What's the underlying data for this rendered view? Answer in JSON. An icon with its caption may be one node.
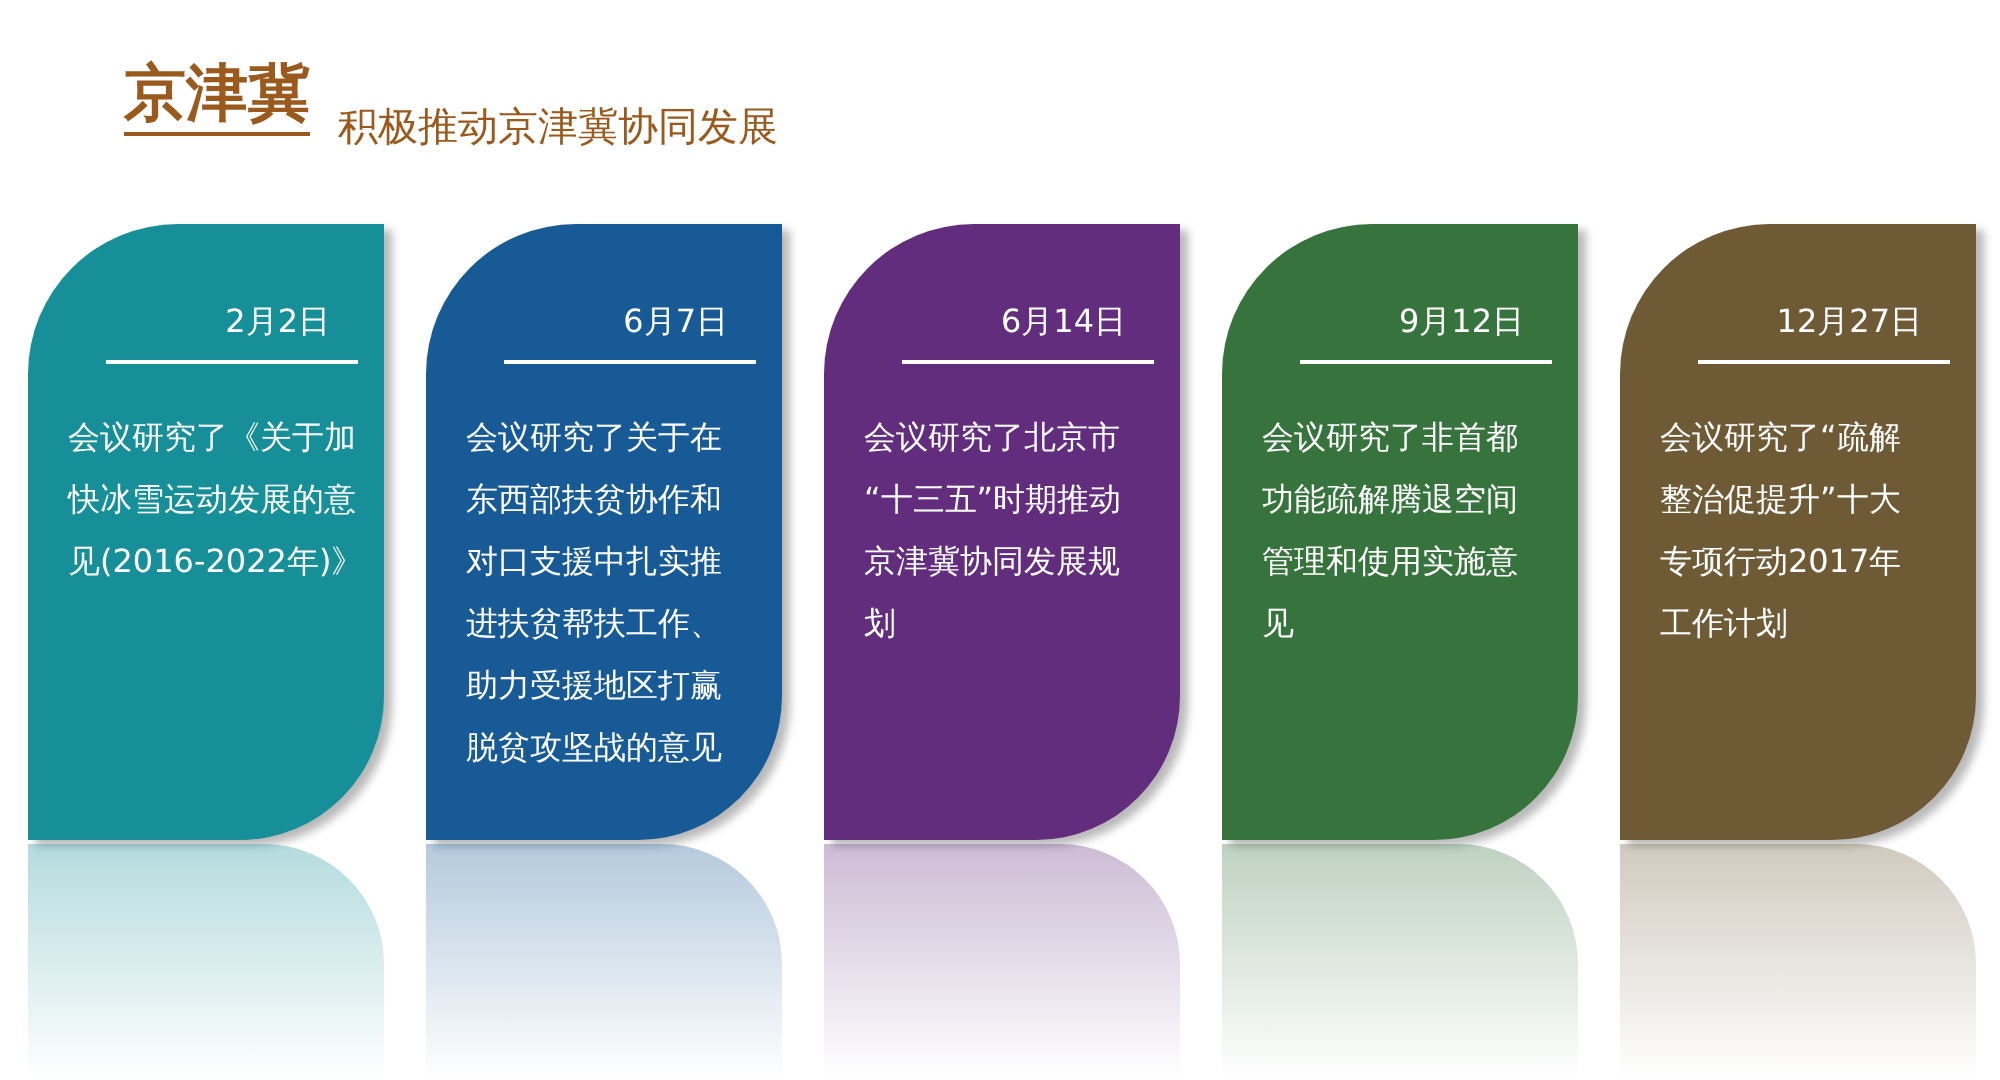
{
  "diagram": {
    "title": "京津冀",
    "nodes": [
      {
        "text": [
          "2月2日",
          "会议研究了《关于加快冰雪运动发展的意见(2016-2022年)》"
        ]
      },
      {
        "text": [
          "6月7日",
          "会议研究了关于在东西部扶贫协作和对口支援中扎实推进扶贫帮扶工作、助力受援地区打赢脱贫攻坚战的意见"
        ]
      },
      {
        "text": [
          "6月14日",
          "会议研究了北京市“十三五”时期推动京津冀协同发展规划"
        ]
      },
      {
        "text": [
          "9月12日",
          "会议研究了非首都功能疏解腾退空间管理和使用实施意见"
        ]
      },
      {
        "text": [
          "12月27日",
          "会议研究了“疏解整治促提升”十大专项行动2017年工作计划"
        ]
      },
      {
        "text": [],
        "shape": "box"
      },
      {
        "text": [],
        "shape": "box"
      },
      {
        "text": [],
        "shape": "box"
      },
      {
        "text": [],
        "shape": "box"
      },
      {
        "text": [],
        "shape": "box"
      }
    ],
    "labels": [
      "积极推动京津冀协同发展"
    ]
  }
}
